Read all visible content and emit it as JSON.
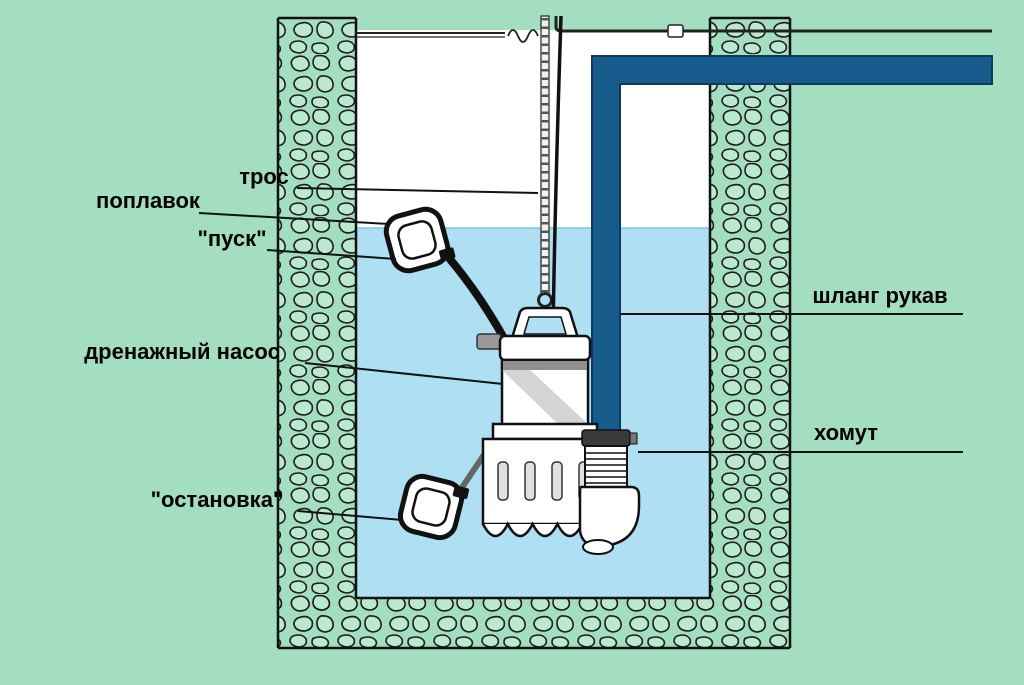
{
  "diagram": {
    "type": "technical-diagram",
    "subject": "drainage pump installed in a pit",
    "labels": {
      "rope": "трос",
      "float": "поплавок",
      "start": "\"пуск\"",
      "pump": "дренажный насос",
      "stop": "\"остановка\"",
      "hose": "шланг рукав",
      "clamp": "хомут"
    },
    "colors": {
      "background": "#a4dec1",
      "water": "#aedff2",
      "pipe": "#175a8c",
      "outline": "#111111"
    }
  }
}
